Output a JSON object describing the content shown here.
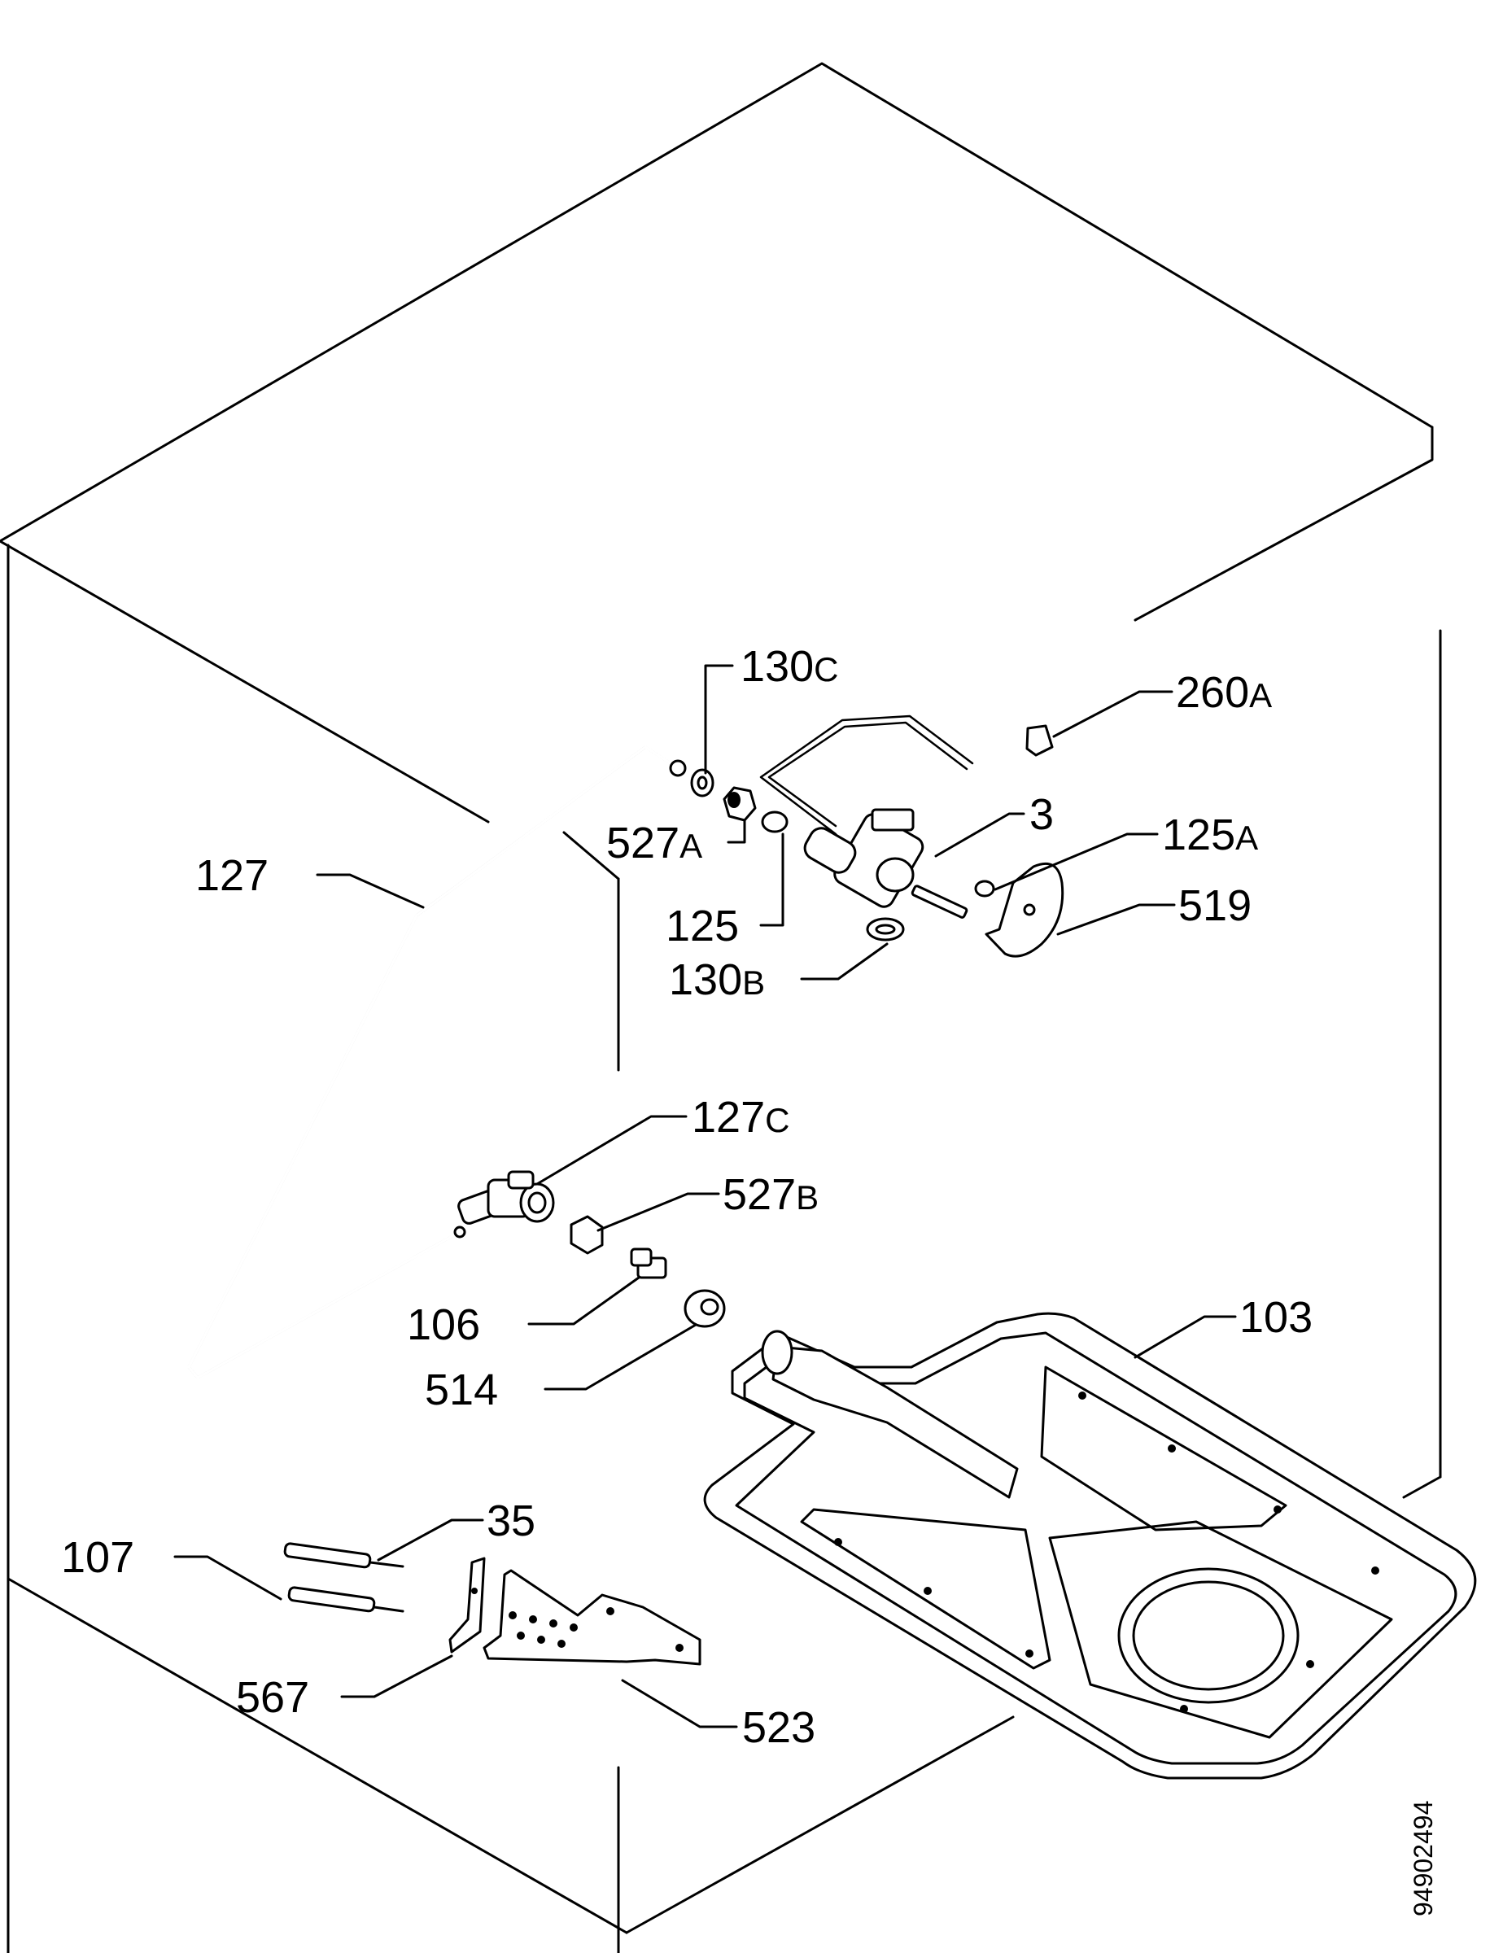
{
  "callouts": [
    {
      "id": "130c",
      "num": "130",
      "suffix": "C"
    },
    {
      "id": "260a",
      "num": "260",
      "suffix": "A"
    },
    {
      "id": "3",
      "num": "3",
      "suffix": ""
    },
    {
      "id": "125a",
      "num": "125",
      "suffix": "A"
    },
    {
      "id": "127",
      "num": "127",
      "suffix": ""
    },
    {
      "id": "527a",
      "num": "527",
      "suffix": "A"
    },
    {
      "id": "519",
      "num": "519",
      "suffix": ""
    },
    {
      "id": "125",
      "num": "125",
      "suffix": ""
    },
    {
      "id": "130b",
      "num": "130",
      "suffix": "B"
    },
    {
      "id": "127c",
      "num": "127",
      "suffix": "C"
    },
    {
      "id": "527b",
      "num": "527",
      "suffix": "B"
    },
    {
      "id": "106",
      "num": "106",
      "suffix": ""
    },
    {
      "id": "103",
      "num": "103",
      "suffix": ""
    },
    {
      "id": "514",
      "num": "514",
      "suffix": ""
    },
    {
      "id": "35",
      "num": "35",
      "suffix": ""
    },
    {
      "id": "107",
      "num": "107",
      "suffix": ""
    },
    {
      "id": "567",
      "num": "567",
      "suffix": ""
    },
    {
      "id": "523",
      "num": "523",
      "suffix": ""
    }
  ],
  "drawing_number": "94902494"
}
